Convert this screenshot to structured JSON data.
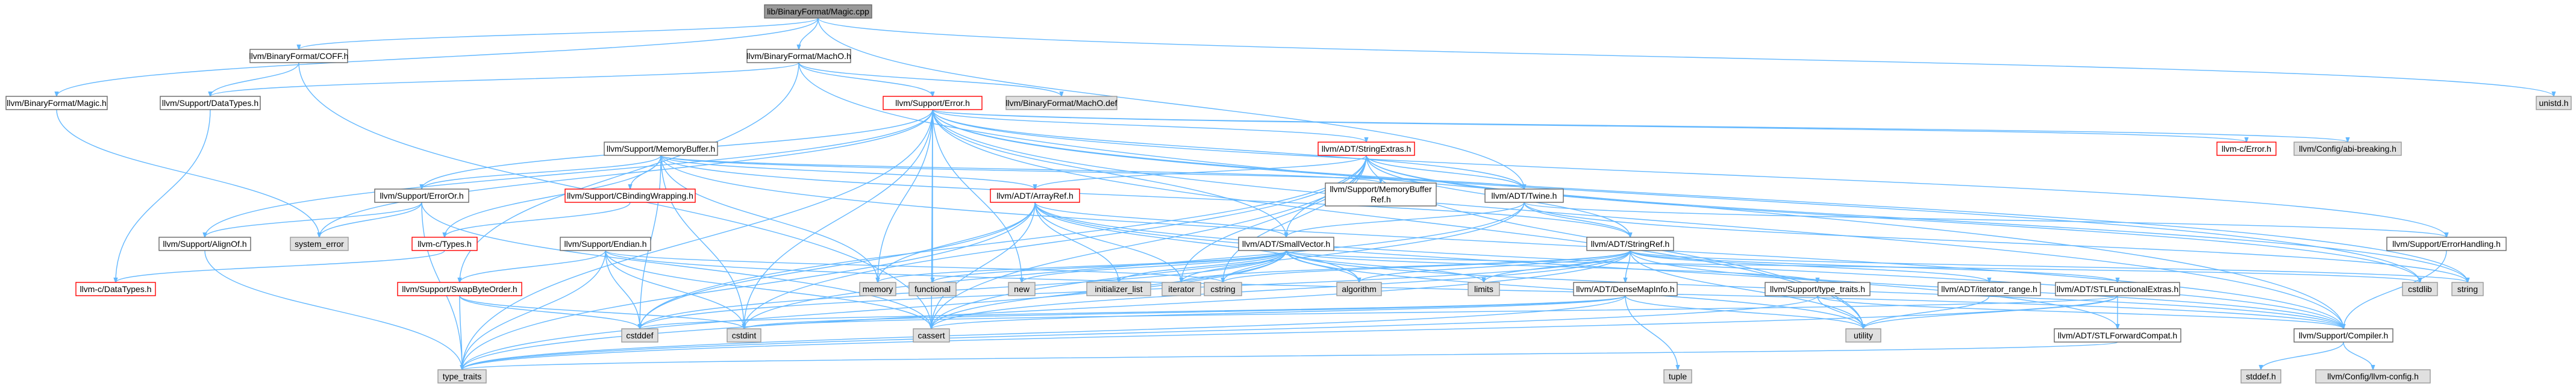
{
  "colors": {
    "background": "#ffffff",
    "edge": "#63b8ff",
    "root_fill": "#999999",
    "root_stroke": "#666666",
    "node_fill": "#ffffff",
    "node_stroke": "#666666",
    "missing_stroke": "#ff0000",
    "system_fill": "#e0e0e0",
    "system_stroke": "#999999",
    "text": "#000000"
  },
  "nodes": [
    {
      "id": "root",
      "label": "lib/BinaryFormat/Magic.cpp",
      "kind": "root"
    },
    {
      "id": "magic_h",
      "label": "llvm/BinaryFormat/Magic.h",
      "kind": "normal"
    },
    {
      "id": "coff_h",
      "label": "llvm/BinaryFormat/COFF.h",
      "kind": "normal"
    },
    {
      "id": "macho_h",
      "label": "llvm/BinaryFormat/MachO.h",
      "kind": "normal"
    },
    {
      "id": "unistd",
      "label": "unistd.h",
      "kind": "system"
    },
    {
      "id": "datatypes_h",
      "label": "llvm/Support/DataTypes.h",
      "kind": "normal"
    },
    {
      "id": "error_h",
      "label": "llvm/Support/Error.h",
      "kind": "missing"
    },
    {
      "id": "macho_def",
      "label": "llvm/BinaryFormat/MachO.def",
      "kind": "system"
    },
    {
      "id": "membuf_h",
      "label": "llvm/Support/MemoryBuffer.h",
      "kind": "normal"
    },
    {
      "id": "strext_h",
      "label": "llvm/ADT/StringExtras.h",
      "kind": "missing"
    },
    {
      "id": "cerror_h",
      "label": "llvm-c/Error.h",
      "kind": "missing"
    },
    {
      "id": "abibreak_h",
      "label": "llvm/Config/abi-breaking.h",
      "kind": "system"
    },
    {
      "id": "erroror_h",
      "label": "llvm/Support/ErrorOr.h",
      "kind": "normal"
    },
    {
      "id": "cbinding_h",
      "label": "llvm/Support/CBindingWrapping.h",
      "kind": "missing"
    },
    {
      "id": "arrayref_h",
      "label": "llvm/ADT/ArrayRef.h",
      "kind": "missing"
    },
    {
      "id": "membufref_h",
      "label": "llvm/Support/MemoryBuffer Ref.h",
      "kind": "normal"
    },
    {
      "id": "twine_h",
      "label": "llvm/ADT/Twine.h",
      "kind": "normal"
    },
    {
      "id": "errhandling_h",
      "label": "llvm/Support/ErrorHandling.h",
      "kind": "normal"
    },
    {
      "id": "aligno_h",
      "label": "llvm/Support/AlignOf.h",
      "kind": "normal"
    },
    {
      "id": "syserror",
      "label": "system_error",
      "kind": "system"
    },
    {
      "id": "ctypes_h",
      "label": "llvm-c/Types.h",
      "kind": "missing"
    },
    {
      "id": "endian_h",
      "label": "llvm/Support/Endian.h",
      "kind": "normal"
    },
    {
      "id": "smallvec_h",
      "label": "llvm/ADT/SmallVector.h",
      "kind": "normal"
    },
    {
      "id": "stringref_h",
      "label": "llvm/ADT/StringRef.h",
      "kind": "normal"
    },
    {
      "id": "cdatatypes_h",
      "label": "llvm-c/DataTypes.h",
      "kind": "missing"
    },
    {
      "id": "swapbyte_h",
      "label": "llvm/Support/SwapByteOrder.h",
      "kind": "missing"
    },
    {
      "id": "memory",
      "label": "memory",
      "kind": "system"
    },
    {
      "id": "functional",
      "label": "functional",
      "kind": "system"
    },
    {
      "id": "new",
      "label": "new",
      "kind": "system"
    },
    {
      "id": "initlist",
      "label": "initializer_list",
      "kind": "system"
    },
    {
      "id": "iterator",
      "label": "iterator",
      "kind": "system"
    },
    {
      "id": "cstring",
      "label": "cstring",
      "kind": "system"
    },
    {
      "id": "algorithm",
      "label": "algorithm",
      "kind": "system"
    },
    {
      "id": "limits",
      "label": "limits",
      "kind": "system"
    },
    {
      "id": "densemapinfo_h",
      "label": "llvm/ADT/DenseMapInfo.h",
      "kind": "normal"
    },
    {
      "id": "typetraits_h",
      "label": "llvm/Support/type_traits.h",
      "kind": "normal"
    },
    {
      "id": "iterrange_h",
      "label": "llvm/ADT/iterator_range.h",
      "kind": "normal"
    },
    {
      "id": "stlfunc_h",
      "label": "llvm/ADT/STLFunctionalExtras.h",
      "kind": "normal"
    },
    {
      "id": "cstdlib",
      "label": "cstdlib",
      "kind": "system"
    },
    {
      "id": "string",
      "label": "string",
      "kind": "system"
    },
    {
      "id": "cstddef",
      "label": "cstddef",
      "kind": "system"
    },
    {
      "id": "cstdint",
      "label": "cstdint",
      "kind": "system"
    },
    {
      "id": "cassert",
      "label": "cassert",
      "kind": "system"
    },
    {
      "id": "tuple",
      "label": "tuple",
      "kind": "system"
    },
    {
      "id": "utility",
      "label": "utility",
      "kind": "system"
    },
    {
      "id": "compiler_h",
      "label": "llvm/Support/Compiler.h",
      "kind": "normal"
    },
    {
      "id": "stlfwd_h",
      "label": "llvm/ADT/STLForwardCompat.h",
      "kind": "normal"
    },
    {
      "id": "type_traits",
      "label": "type_traits",
      "kind": "system"
    },
    {
      "id": "stddef_h",
      "label": "stddef.h",
      "kind": "system"
    },
    {
      "id": "llvmconfig_h",
      "label": "llvm/Config/llvm-config.h",
      "kind": "system"
    }
  ],
  "edges": [
    [
      "root",
      "magic_h"
    ],
    [
      "root",
      "coff_h"
    ],
    [
      "root",
      "macho_h"
    ],
    [
      "root",
      "unistd"
    ],
    [
      "root",
      "twine_h"
    ],
    [
      "magic_h",
      "syserror"
    ],
    [
      "coff_h",
      "datatypes_h"
    ],
    [
      "coff_h",
      "cassert"
    ],
    [
      "datatypes_h",
      "cdatatypes_h"
    ],
    [
      "macho_h",
      "datatypes_h"
    ],
    [
      "macho_h",
      "error_h"
    ],
    [
      "macho_h",
      "macho_def"
    ],
    [
      "macho_h",
      "swapbyte_h"
    ],
    [
      "macho_h",
      "compiler_h"
    ],
    [
      "error_h",
      "strext_h"
    ],
    [
      "error_h",
      "cerror_h"
    ],
    [
      "error_h",
      "abibreak_h"
    ],
    [
      "error_h",
      "erroror_h"
    ],
    [
      "error_h",
      "smallvec_h"
    ],
    [
      "error_h",
      "twine_h"
    ],
    [
      "error_h",
      "aligno_h"
    ],
    [
      "error_h",
      "errhandling_h"
    ],
    [
      "error_h",
      "syserror"
    ],
    [
      "error_h",
      "memory"
    ],
    [
      "error_h",
      "functional"
    ],
    [
      "error_h",
      "new"
    ],
    [
      "error_h",
      "cassert"
    ],
    [
      "error_h",
      "cstdint"
    ],
    [
      "error_h",
      "cstdlib"
    ],
    [
      "error_h",
      "string"
    ],
    [
      "error_h",
      "type_traits"
    ],
    [
      "error_h",
      "utility"
    ],
    [
      "error_h",
      "compiler_h"
    ],
    [
      "membuf_h",
      "cbinding_h"
    ],
    [
      "membuf_h",
      "arrayref_h"
    ],
    [
      "membuf_h",
      "membufref_h"
    ],
    [
      "membuf_h",
      "twine_h"
    ],
    [
      "membuf_h",
      "erroror_h"
    ],
    [
      "membuf_h",
      "stringref_h"
    ],
    [
      "membuf_h",
      "ctypes_h"
    ],
    [
      "membuf_h",
      "memory"
    ],
    [
      "membuf_h",
      "cstddef"
    ],
    [
      "membuf_h",
      "cstdint"
    ],
    [
      "membuf_h",
      "compiler_h"
    ],
    [
      "strext_h",
      "arrayref_h"
    ],
    [
      "strext_h",
      "smallvec_h"
    ],
    [
      "strext_h",
      "stringref_h"
    ],
    [
      "strext_h",
      "twine_h"
    ],
    [
      "strext_h",
      "iterator"
    ],
    [
      "strext_h",
      "cassert"
    ],
    [
      "strext_h",
      "cstddef"
    ],
    [
      "strext_h",
      "cstdint"
    ],
    [
      "strext_h",
      "cstdlib"
    ],
    [
      "strext_h",
      "cstring"
    ],
    [
      "strext_h",
      "string"
    ],
    [
      "strext_h",
      "utility"
    ],
    [
      "erroror_h",
      "aligno_h"
    ],
    [
      "erroror_h",
      "syserror"
    ],
    [
      "erroror_h",
      "cassert"
    ],
    [
      "erroror_h",
      "type_traits"
    ],
    [
      "cbinding_h",
      "ctypes_h"
    ],
    [
      "arrayref_h",
      "smallvec_h"
    ],
    [
      "arrayref_h",
      "stlfwd_h"
    ],
    [
      "arrayref_h",
      "compiler_h"
    ],
    [
      "arrayref_h",
      "algorithm"
    ],
    [
      "arrayref_h",
      "iterator"
    ],
    [
      "arrayref_h",
      "initlist"
    ],
    [
      "arrayref_h",
      "memory"
    ],
    [
      "arrayref_h",
      "cassert"
    ],
    [
      "arrayref_h",
      "cstddef"
    ],
    [
      "arrayref_h",
      "type_traits"
    ],
    [
      "twine_h",
      "smallvec_h"
    ],
    [
      "twine_h",
      "stringref_h"
    ],
    [
      "twine_h",
      "errhandling_h"
    ],
    [
      "twine_h",
      "cassert"
    ],
    [
      "twine_h",
      "cstdint"
    ],
    [
      "twine_h",
      "string"
    ],
    [
      "errhandling_h",
      "compiler_h"
    ],
    [
      "aligno_h",
      "type_traits"
    ],
    [
      "ctypes_h",
      "cdatatypes_h"
    ],
    [
      "endian_h",
      "swapbyte_h"
    ],
    [
      "endian_h",
      "compiler_h"
    ],
    [
      "endian_h",
      "cassert"
    ],
    [
      "endian_h",
      "cstddef"
    ],
    [
      "endian_h",
      "cstdint"
    ],
    [
      "endian_h",
      "cstring"
    ],
    [
      "endian_h",
      "type_traits"
    ],
    [
      "swapbyte_h",
      "cstddef"
    ],
    [
      "swapbyte_h",
      "cstdint"
    ],
    [
      "swapbyte_h",
      "type_traits"
    ],
    [
      "smallvec_h",
      "compiler_h"
    ],
    [
      "smallvec_h",
      "typetraits_h"
    ],
    [
      "smallvec_h",
      "algorithm"
    ],
    [
      "smallvec_h",
      "cassert"
    ],
    [
      "smallvec_h",
      "cstddef"
    ],
    [
      "smallvec_h",
      "cstdlib"
    ],
    [
      "smallvec_h",
      "cstring"
    ],
    [
      "smallvec_h",
      "functional"
    ],
    [
      "smallvec_h",
      "initlist"
    ],
    [
      "smallvec_h",
      "iterator"
    ],
    [
      "smallvec_h",
      "limits"
    ],
    [
      "smallvec_h",
      "memory"
    ],
    [
      "smallvec_h",
      "new"
    ],
    [
      "smallvec_h",
      "type_traits"
    ],
    [
      "smallvec_h",
      "utility"
    ],
    [
      "stringref_h",
      "densemapinfo_h"
    ],
    [
      "stringref_h",
      "iterrange_h"
    ],
    [
      "stringref_h",
      "stlfunc_h"
    ],
    [
      "stringref_h",
      "compiler_h"
    ],
    [
      "stringref_h",
      "algorithm"
    ],
    [
      "stringref_h",
      "cassert"
    ],
    [
      "stringref_h",
      "cstddef"
    ],
    [
      "stringref_h",
      "cstring"
    ],
    [
      "stringref_h",
      "iterator"
    ],
    [
      "stringref_h",
      "limits"
    ],
    [
      "stringref_h",
      "string"
    ],
    [
      "stringref_h",
      "type_traits"
    ],
    [
      "stringref_h",
      "utility"
    ],
    [
      "densemapinfo_h",
      "cassert"
    ],
    [
      "densemapinfo_h",
      "cstddef"
    ],
    [
      "densemapinfo_h",
      "cstdint"
    ],
    [
      "densemapinfo_h",
      "tuple"
    ],
    [
      "densemapinfo_h",
      "type_traits"
    ],
    [
      "densemapinfo_h",
      "utility"
    ],
    [
      "typetraits_h",
      "compiler_h"
    ],
    [
      "typetraits_h",
      "type_traits"
    ],
    [
      "typetraits_h",
      "utility"
    ],
    [
      "iterrange_h",
      "utility"
    ],
    [
      "stlfunc_h",
      "stlfwd_h"
    ],
    [
      "stlfunc_h",
      "cstdint"
    ],
    [
      "stlfunc_h",
      "type_traits"
    ],
    [
      "stlfunc_h",
      "utility"
    ],
    [
      "stlfwd_h",
      "type_traits"
    ],
    [
      "compiler_h",
      "llvmconfig_h"
    ],
    [
      "compiler_h",
      "stddef_h"
    ]
  ]
}
